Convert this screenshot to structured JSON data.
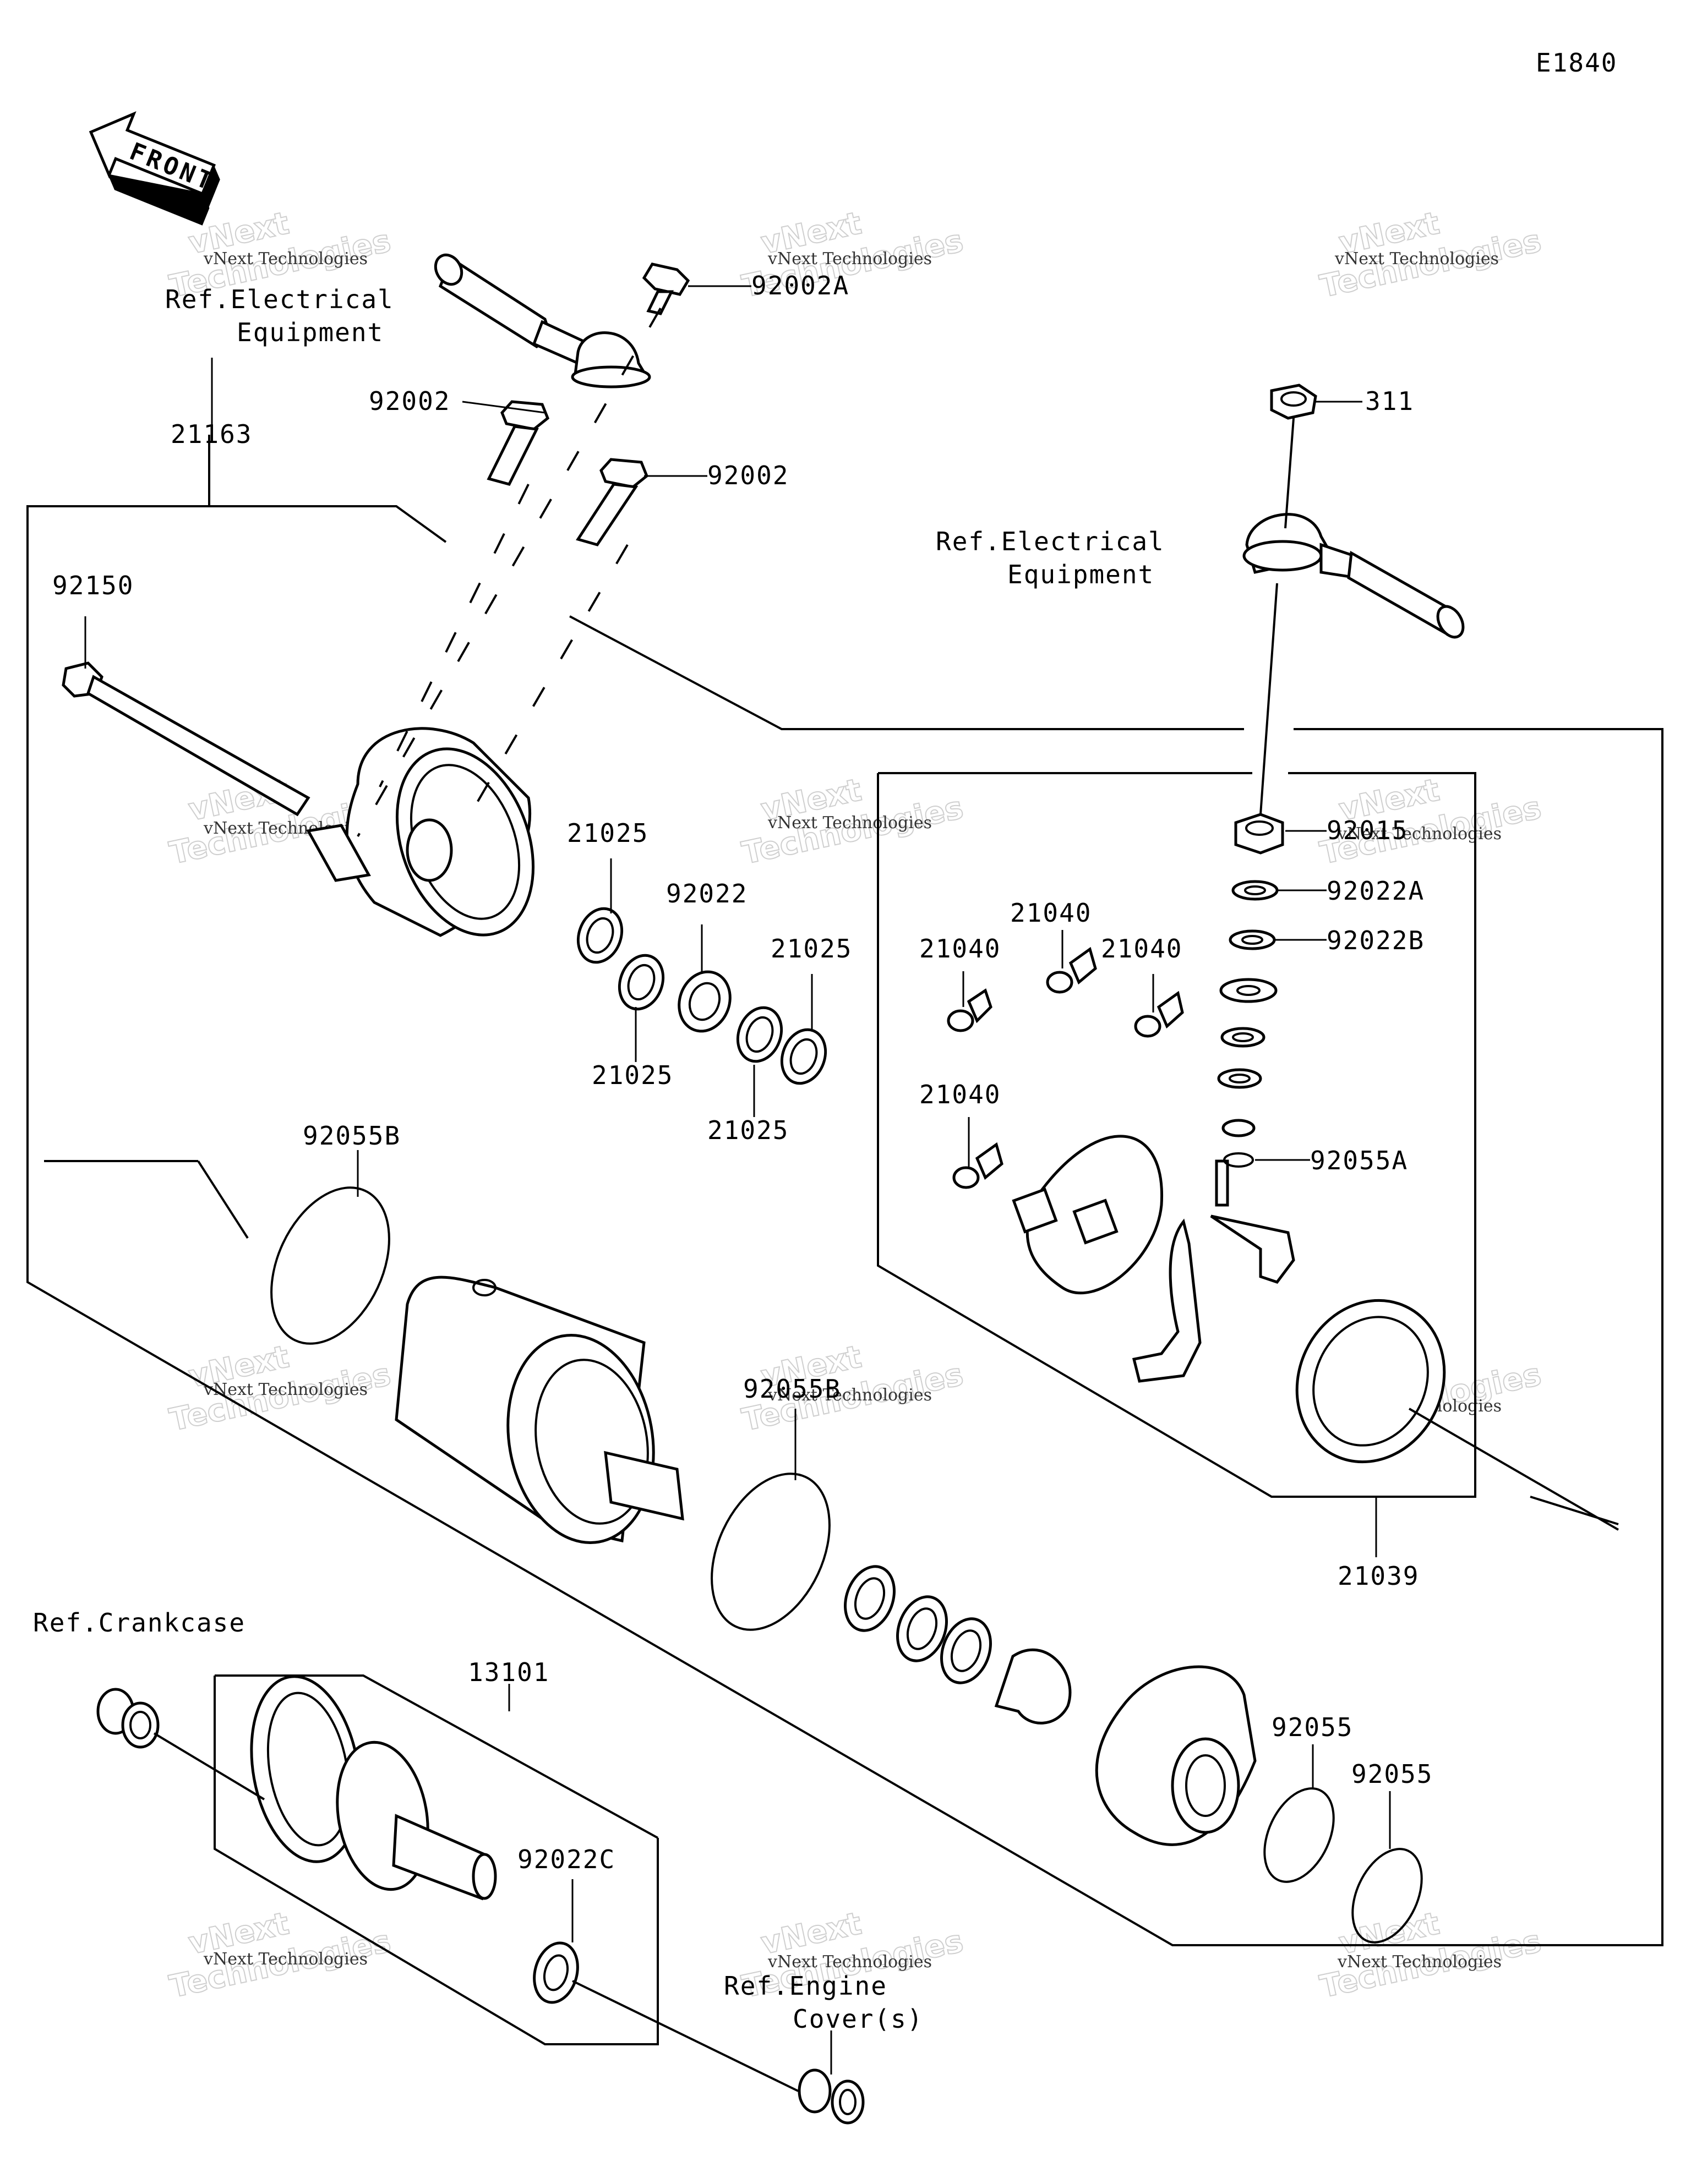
{
  "diagram_id": "E1840",
  "front_label": "FRONT",
  "watermark": {
    "brand": "vNext",
    "line2": "Technologies",
    "caption": "vNext Technologies"
  },
  "refs": {
    "electrical_left_1": "Ref.Electrical",
    "electrical_left_2": "Equipment",
    "electrical_right_1": "Ref.Electrical",
    "electrical_right_2": "Equipment",
    "crankcase": "Ref.Crankcase",
    "engine_cover_1": "Ref.Engine",
    "engine_cover_2": "Cover(s)"
  },
  "parts": {
    "p21163": "21163",
    "p92150": "92150",
    "p92002_a": "92002",
    "p92002_b": "92002",
    "p92002A": "92002A",
    "p311": "311",
    "p92015": "92015",
    "p92022A": "92022A",
    "p92022B": "92022B",
    "p92055A": "92055A",
    "p21025_1": "21025",
    "p21025_2": "21025",
    "p21025_3": "21025",
    "p21025_4": "21025",
    "p92022": "92022",
    "p21040_1": "21040",
    "p21040_2": "21040",
    "p21040_3": "21040",
    "p21040_4": "21040",
    "p92055B_1": "92055B",
    "p92055B_2": "92055B",
    "p21039": "21039",
    "p13101": "13101",
    "p92022C": "92022C",
    "p92055_1": "92055",
    "p92055_2": "92055"
  }
}
